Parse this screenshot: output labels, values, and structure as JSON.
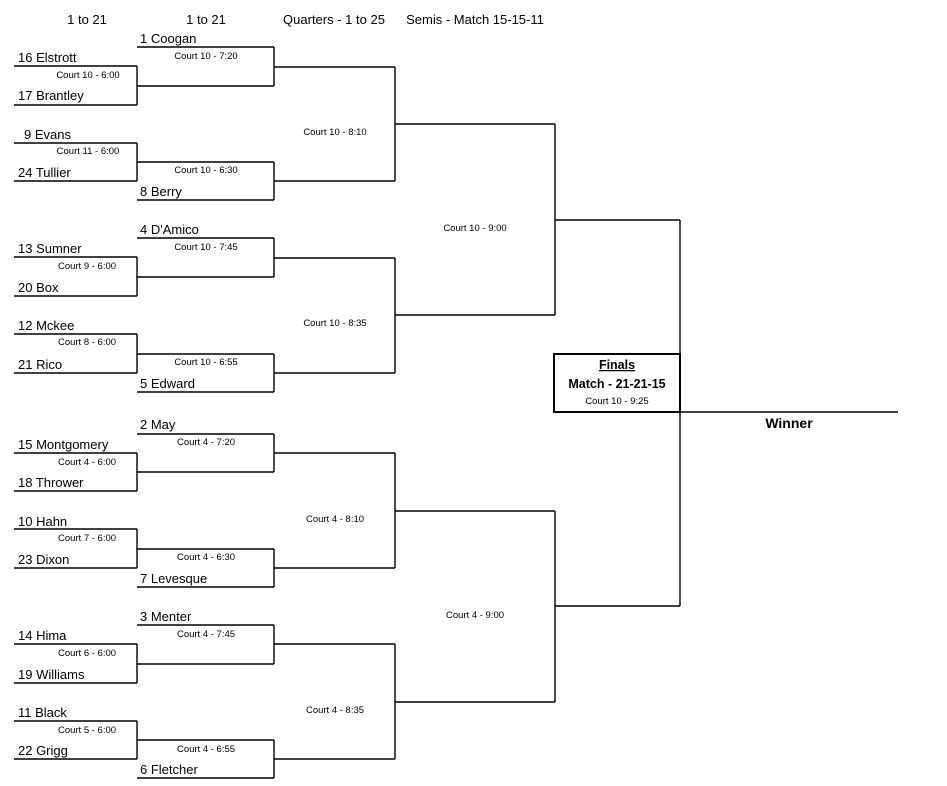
{
  "headers": [
    "1 to 21",
    "1 to 21",
    "Quarters - 1 to 25",
    "Semis - Match 15-15-11"
  ],
  "round1": [
    {
      "top": "16  Elstrott",
      "court": "Court 10 - 6:00",
      "bottom": "17  Brantley"
    },
    {
      "top": "9  Evans",
      "court": "Court 11 - 6:00",
      "bottom": "24  Tullier"
    },
    {
      "top": "13  Sumner",
      "court": "Court 9 - 6:00",
      "bottom": "20  Box"
    },
    {
      "top": "12  Mckee",
      "court": "Court 8 - 6:00",
      "bottom": "21  Rico"
    },
    {
      "top": "15  Montgomery",
      "court": "Court 4 - 6:00",
      "bottom": "18  Thrower"
    },
    {
      "top": "10  Hahn",
      "court": "Court 7 - 6:00",
      "bottom": "23  Dixon"
    },
    {
      "top": "14  Hima",
      "court": "Court 6 - 6:00",
      "bottom": "19  Williams"
    },
    {
      "top": "11  Black",
      "court": "Court 5 - 6:00",
      "bottom": "22  Grigg"
    }
  ],
  "round2": [
    {
      "seed": "1 Coogan",
      "court": "Court 10 - 7:20"
    },
    {
      "seed": "8 Berry",
      "court": "Court 10 - 6:30"
    },
    {
      "seed": "4 D'Amico",
      "court": "Court 10 - 7:45"
    },
    {
      "seed": "5 Edward",
      "court": "Court 10 - 6:55"
    },
    {
      "seed": "2 May",
      "court": "Court 4 - 7:20"
    },
    {
      "seed": "7 Levesque",
      "court": "Court 4 - 6:30"
    },
    {
      "seed": "3 Menter",
      "court": "Court 4 - 7:45"
    },
    {
      "seed": "6 Fletcher",
      "court": "Court 4 - 6:55"
    }
  ],
  "quarters": [
    "Court 10 - 8:10",
    "Court 10 - 8:35",
    "Court 4 - 8:10",
    "Court 4 - 8:35"
  ],
  "semis": [
    "Court 10 - 9:00",
    "Court 4 - 9:00"
  ],
  "finals": {
    "title": "Finals",
    "match": "Match - 21-21-15",
    "court": "Court 10 - 9:25"
  },
  "winner": "Winner"
}
